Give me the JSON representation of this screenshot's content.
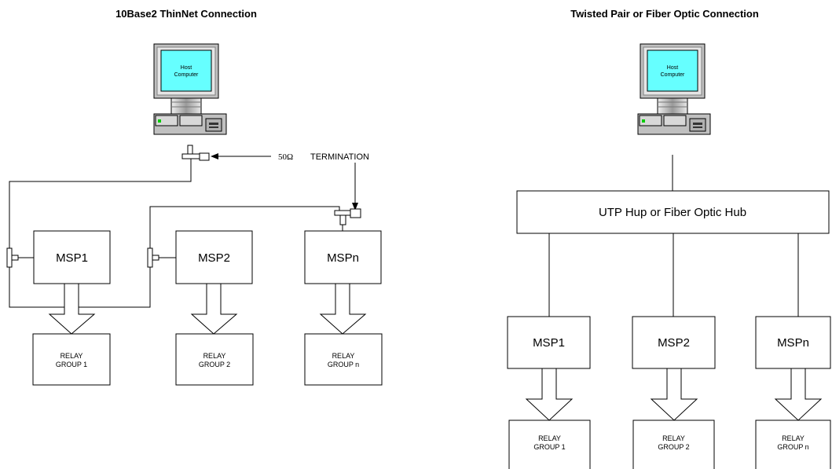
{
  "left": {
    "title": "10Base2 ThinNet Connection",
    "host_line1": "Host",
    "host_line2": "Computer",
    "ohm_label": "50Ω",
    "termination_label": "TERMINATION",
    "msp": [
      "MSP1",
      "MSP2",
      "MSPn"
    ],
    "relay_line1": [
      "RELAY",
      "RELAY",
      "RELAY"
    ],
    "relay_line2": [
      "GROUP 1",
      "GROUP 2",
      "GROUP n"
    ]
  },
  "right": {
    "title": "Twisted Pair or Fiber Optic Connection",
    "host_line1": "Host",
    "host_line2": "Computer",
    "hub_label": "UTP Hup or Fiber Optic Hub",
    "msp": [
      "MSP1",
      "MSP2",
      "MSPn"
    ],
    "relay_line1": [
      "RELAY",
      "RELAY",
      "RELAY"
    ],
    "relay_line2": [
      "GROUP 1",
      "GROUP 2",
      "GROUP n"
    ]
  },
  "colors": {
    "screen": "#66ffff",
    "monitor_body": "#c0c0c0",
    "power_led": "#00cc00"
  }
}
